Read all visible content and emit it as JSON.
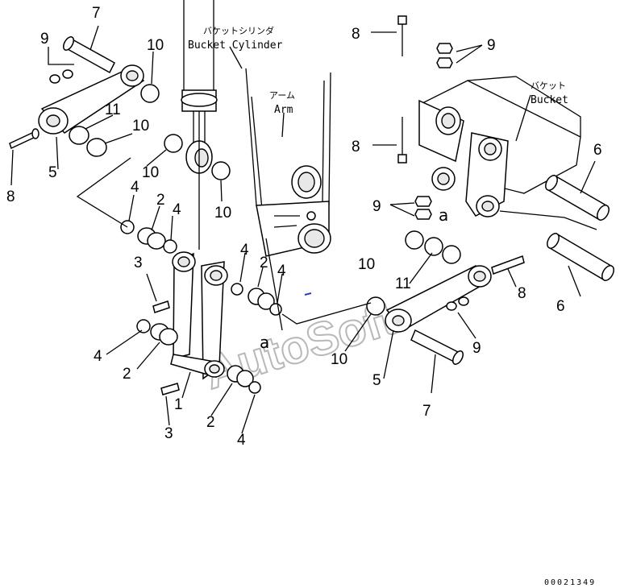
{
  "labels": {
    "bucket_cylinder_jp": "バケットシリンダ",
    "bucket_cylinder_en": "Bucket Cylinder",
    "arm_jp": "アーム",
    "arm_en": "Arm",
    "bucket_jp": "バケット",
    "bucket_en": "Bucket",
    "pointer_a": "a",
    "drawing_code": "00021349",
    "watermark": "AutoSoft"
  },
  "callouts": {
    "c1": "1",
    "c2": "2",
    "c3": "3",
    "c4": "4",
    "c5": "5",
    "c6": "6",
    "c7": "7",
    "c8": "8",
    "c9": "9",
    "c10": "10",
    "c11": "11"
  }
}
